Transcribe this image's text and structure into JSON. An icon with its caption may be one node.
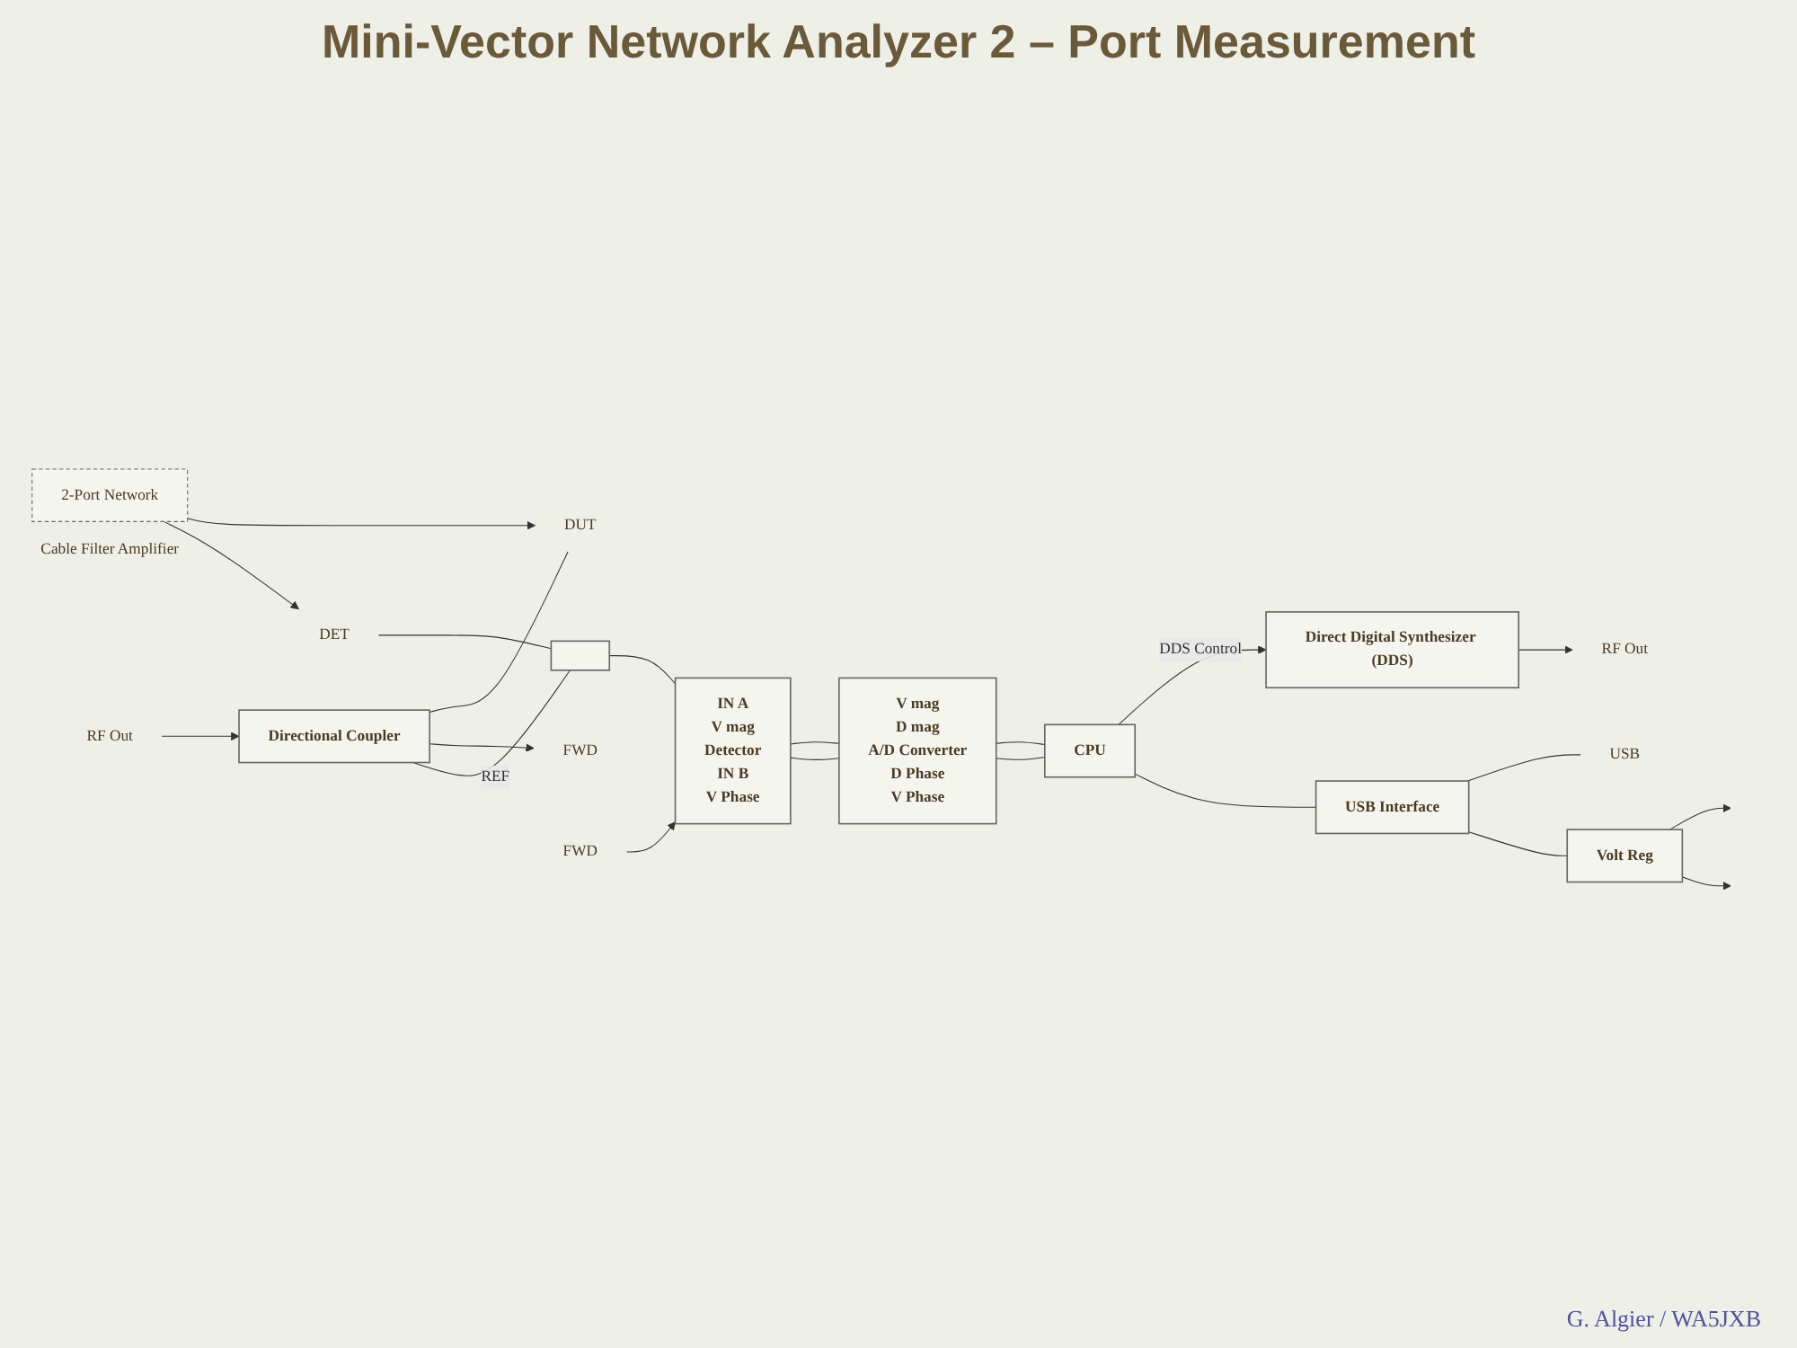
{
  "diagram": {
    "title": "Mini-Vector Network Analyzer 2 – Port Measurement",
    "nodes": [
      {
        "text": [
          "Directional Coupler"
        ]
      },
      {
        "text": [
          "DUT"
        ]
      },
      {
        "text": [
          "RF Out"
        ]
      },
      {
        "text": [
          "FWD"
        ]
      },
      {
        "text": [],
        "shape": "box"
      },
      {
        "text": [
          "2-Port Network"
        ],
        "beside": [
          "Cable Filter Amplifier"
        ]
      },
      {
        "text": [
          "DET"
        ]
      },
      {
        "text": [
          "FWD"
        ]
      },
      {
        "text": [
          "IN A",
          "V mag",
          "Detector",
          "IN B",
          "V Phase"
        ]
      },
      {
        "text": [
          "V mag",
          "D mag",
          "A/D Converter",
          "D Phase",
          "V Phase"
        ]
      },
      {
        "text": [
          "CPU"
        ]
      },
      {
        "text": [
          "Direct Digital Synthesizer (DDS)"
        ]
      },
      {
        "text": [
          "RF Out"
        ]
      },
      {
        "text": [
          "USB Interface"
        ]
      },
      {
        "text": [
          "USB"
        ]
      },
      {
        "text": [
          "Volt Reg"
        ]
      }
    ],
    "edges": [
      {
        "from": 0,
        "to": 1,
        "arrow": "none"
      },
      {
        "from": 2,
        "to": 0,
        "arrow": "to"
      },
      {
        "from": 0,
        "to": 3,
        "arrow": "to"
      },
      {
        "from": 0,
        "to": 4,
        "arrow": "none",
        "label": "REF"
      },
      {
        "from": 5,
        "to": 1,
        "arrow": "to"
      },
      {
        "from": 5,
        "to": 6,
        "arrow": "to"
      },
      {
        "from": 6,
        "to": 4,
        "arrow": "none"
      },
      {
        "from": 4,
        "to": 8,
        "arrow": "none"
      },
      {
        "from": 7,
        "to": 8,
        "arrow": "to"
      },
      {
        "from": 8,
        "to": 9,
        "arrow": "none"
      },
      {
        "from": 8,
        "to": 9,
        "arrow": "none"
      },
      {
        "from": 9,
        "to": 10,
        "arrow": "none"
      },
      {
        "from": 9,
        "to": 10,
        "arrow": "none"
      },
      {
        "from": 10,
        "to": 11,
        "arrow": "to",
        "label": "DDS Control"
      },
      {
        "from": 11,
        "to": 12,
        "arrow": "to"
      },
      {
        "from": 10,
        "to": 13,
        "arrow": "none"
      },
      {
        "from": 13,
        "to": 14,
        "arrow": "none"
      },
      {
        "from": 13,
        "to": 15,
        "arrow": "none"
      },
      {
        "from": 15,
        "to": null,
        "arrow": "to"
      },
      {
        "from": 15,
        "to": null,
        "arrow": "to"
      }
    ],
    "labels": [
      "G. Algier / WA5JXB"
    ]
  }
}
